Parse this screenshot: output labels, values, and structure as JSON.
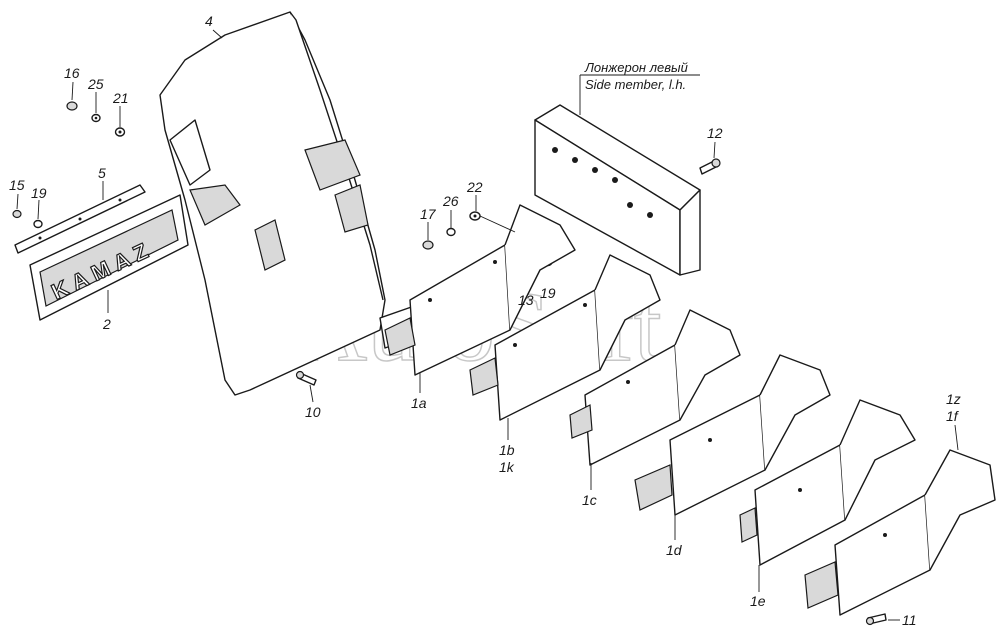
{
  "diagram": {
    "watermark": "AutoSoft",
    "logo_text": "KAMAZ",
    "side_member_note": {
      "line1": "Лонжерон левый",
      "line2": "Side member, l.h."
    },
    "callouts": {
      "c4": "4",
      "c16": "16",
      "c25": "25",
      "c21": "21",
      "c15": "15",
      "c19a": "19",
      "c5": "5",
      "c2": "2",
      "c10": "10",
      "c17": "17",
      "c26": "26",
      "c22": "22",
      "c13": "13",
      "c19b": "19",
      "c12": "12",
      "c1a": "1a",
      "c1b": "1b",
      "c1k": "1k",
      "c1c": "1c",
      "c1d": "1d",
      "c1e": "1e",
      "c1z": "1z",
      "c1f": "1f",
      "c11": "11"
    }
  }
}
